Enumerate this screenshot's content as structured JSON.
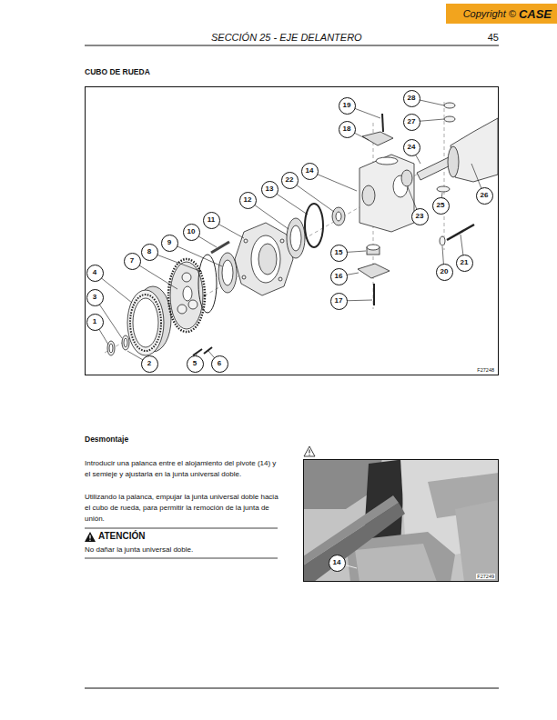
{
  "diagram": {
    "title": "CUBO DE RUEDA",
    "nodes": [
      {
        "text": [
          "Copyright ©",
          "CASE"
        ]
      },
      {
        "text": [
          "F27248"
        ]
      },
      {
        "text": [
          "28"
        ],
        "in": 1
      },
      {
        "text": [
          "19"
        ],
        "in": 1
      },
      {
        "text": [
          "27"
        ],
        "in": 1
      },
      {
        "text": [
          "18"
        ],
        "in": 1
      },
      {
        "text": [
          "24"
        ],
        "in": 1
      },
      {
        "text": [
          "14"
        ],
        "in": 1
      },
      {
        "text": [
          "22"
        ],
        "in": 1
      },
      {
        "text": [
          "13"
        ],
        "in": 1
      },
      {
        "text": [
          "26"
        ],
        "in": 1
      },
      {
        "text": [
          "12"
        ],
        "in": 1
      },
      {
        "text": [
          "25"
        ],
        "in": 1
      },
      {
        "text": [
          "23"
        ],
        "in": 1
      },
      {
        "text": [
          "11"
        ],
        "in": 1
      },
      {
        "text": [
          "10"
        ],
        "in": 1
      },
      {
        "text": [
          "9"
        ],
        "in": 1
      },
      {
        "text": [
          "8"
        ],
        "in": 1
      },
      {
        "text": [
          "15"
        ],
        "in": 1
      },
      {
        "text": [
          "7"
        ],
        "in": 1
      },
      {
        "text": [
          "21"
        ],
        "in": 1
      },
      {
        "text": [
          "20"
        ],
        "in": 1
      },
      {
        "text": [
          "4"
        ],
        "in": 1
      },
      {
        "text": [
          "16"
        ],
        "in": 1
      },
      {
        "text": [
          "3"
        ],
        "in": 1
      },
      {
        "text": [
          "17"
        ],
        "in": 1
      },
      {
        "text": [
          "1"
        ],
        "in": 1
      },
      {
        "text": [
          "2"
        ],
        "in": 1
      },
      {
        "text": [
          "5"
        ],
        "in": 1
      },
      {
        "text": [
          "6"
        ],
        "in": 1
      },
      {
        "text": [
          "F27249"
        ]
      },
      {
        "text": [
          "14"
        ],
        "in": 30
      }
    ],
    "labels": [
      "SECCIÓN 25 - EJE DELANTERO",
      "45",
      "Desmontaje",
      "Introducir una palanca entre el alojamiento del pivote (14) y el semieje y ajustarla en la junta universal doble.",
      "Utilizando la palanca, empujar la junta universal doble hacia el cubo de rueda, para permitir la remoción de la junta de unión.",
      "ATENCIÓN",
      "No dañar la junta universal doble."
    ]
  }
}
